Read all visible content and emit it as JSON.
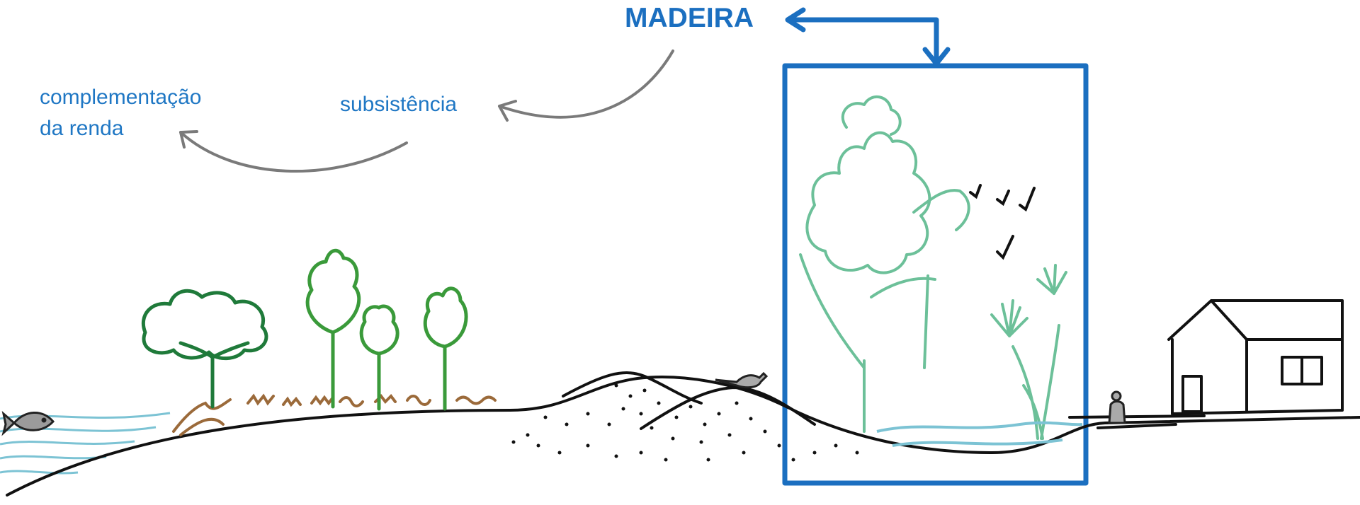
{
  "labels": {
    "main": "MADEIRA",
    "subsistence": "subsistência",
    "income": "complementação\nda renda"
  },
  "colors": {
    "accent": "#1b6fc0",
    "text": "#1f77c4",
    "arrow_gray": "#7a7a7a",
    "tree_dark": "#1f7a3a",
    "tree_mid": "#3a9a3a",
    "tree_light": "#6cc099",
    "soil_brown": "#9b6a3a",
    "water": "#7cc3d4",
    "ink": "#111111"
  },
  "icons": [
    "fish-icon",
    "bird-icon",
    "person-icon",
    "house-icon",
    "flying-birds-icon"
  ]
}
